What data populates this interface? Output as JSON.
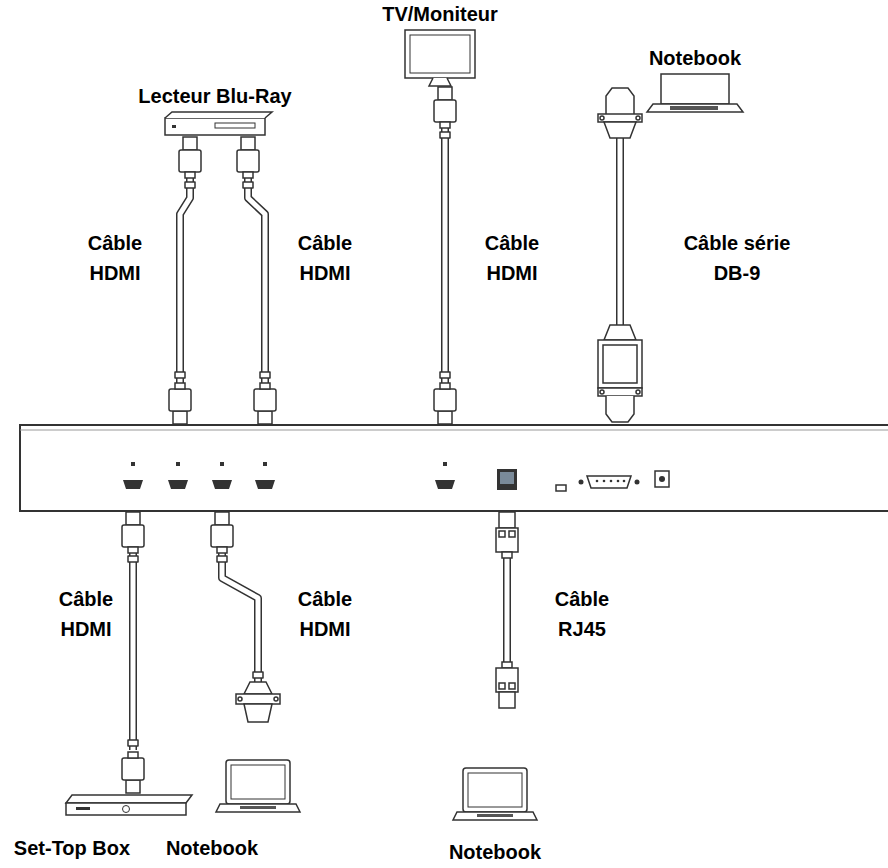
{
  "diagram": {
    "nodes": [
      {
        "text": [
          "TV/Moniteur"
        ]
      },
      {
        "text": [
          "Notebook"
        ]
      },
      {
        "text": [
          "Lecteur Blu-Ray"
        ]
      },
      {
        "text": [
          "Set-Top Box"
        ]
      },
      {
        "text": [
          "Notebook"
        ]
      },
      {
        "text": [
          "Notebook"
        ]
      }
    ],
    "labels": [
      "Câble HDMI",
      "Câble HDMI",
      "Câble HDMI",
      "Câble série DB-9",
      "Câble HDMI",
      "Câble HDMI",
      "Câble RJ45"
    ]
  }
}
